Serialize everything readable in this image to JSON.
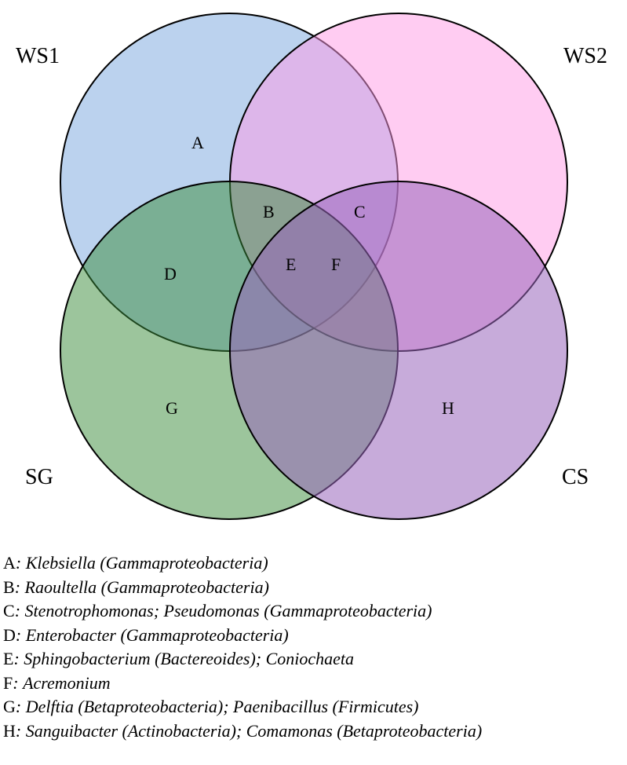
{
  "diagram": {
    "sets": [
      {
        "id": "WS1",
        "label": "WS1",
        "color": "#8db4e2"
      },
      {
        "id": "WS2",
        "label": "WS2",
        "color": "#ff99e6"
      },
      {
        "id": "SG",
        "label": "SG",
        "color": "#3a8c3a"
      },
      {
        "id": "CS",
        "label": "CS",
        "color": "#9966bb"
      }
    ],
    "regions": [
      {
        "key": "A",
        "label": "A"
      },
      {
        "key": "B",
        "label": "B"
      },
      {
        "key": "C",
        "label": "C"
      },
      {
        "key": "D",
        "label": "D"
      },
      {
        "key": "E",
        "label": "E"
      },
      {
        "key": "F",
        "label": "F"
      },
      {
        "key": "G",
        "label": "G"
      },
      {
        "key": "H",
        "label": "H"
      }
    ]
  },
  "legend": [
    {
      "key": "A",
      "sep": ":",
      "text": "Klebsiella (Gammaproteobacteria)"
    },
    {
      "key": "B",
      "sep": ":",
      "text": "Raoultella (Gammaproteobacteria)"
    },
    {
      "key": "C",
      "sep": ":",
      "text": "Stenotrophomonas; Pseudomonas (Gammaproteobacteria)"
    },
    {
      "key": "D",
      "sep": ":",
      "text": "Enterobacter (Gammaproteobacteria)"
    },
    {
      "key": "E",
      "sep": ":",
      "text": "Sphingobacterium (Bactereoides); Coniochaeta"
    },
    {
      "key": "F",
      "sep": ":",
      "text": "Acremonium"
    },
    {
      "key": "G",
      "sep": ":",
      "text": "Delftia (Betaproteobacteria); Paenibacillus (Firmicutes)"
    },
    {
      "key": "H",
      "sep": ":",
      "text": "Sanguibacter (Actinobacteria); Comamonas (Betaproteobacteria)"
    }
  ]
}
